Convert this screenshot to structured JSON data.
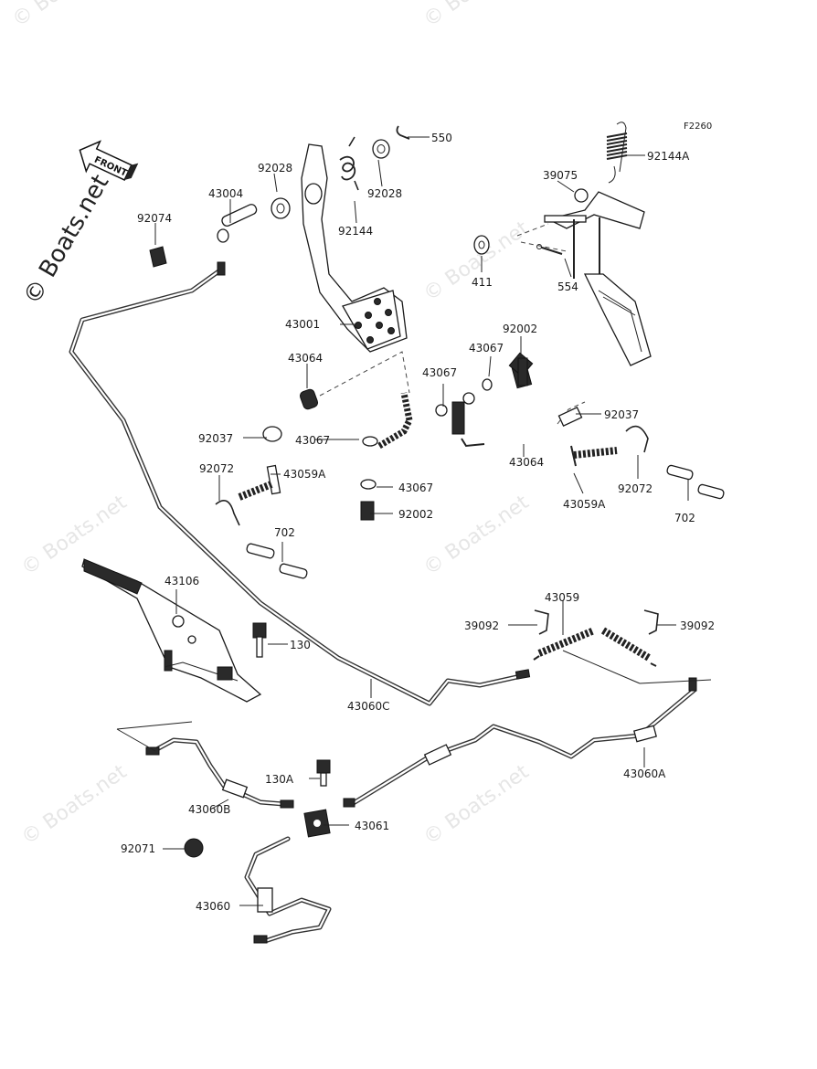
{
  "ref_code": "F2260",
  "front_label": "FRONT",
  "watermark": "© Boats.net",
  "parts": {
    "p550": "550",
    "p92144a": "92144A",
    "p92028_top": "92028",
    "p92028_right": "92028",
    "p43004": "43004",
    "p92074": "92074",
    "p92144": "92144",
    "p39075": "39075",
    "p411": "411",
    "p554": "554",
    "p43001": "43001",
    "p92002_top": "92002",
    "p43067_a": "43067",
    "p43064_left": "43064",
    "p43067_b": "43067",
    "p92037_left": "92037",
    "p43067_c": "43067",
    "p43059a_left": "43059A",
    "p92072_left": "92072",
    "p43067_d": "43067",
    "p92002_bottom": "92002",
    "p92037_right": "92037",
    "p43064_right": "43064",
    "p43059a_right": "43059A",
    "p92072_right": "92072",
    "p702_right": "702",
    "p702_left": "702",
    "p43106": "43106",
    "p43059": "43059",
    "p39092_left": "39092",
    "p39092_right": "39092",
    "p130": "130",
    "p43060c": "43060C",
    "p130a": "130A",
    "p43060a": "43060A",
    "p43060b": "43060B",
    "p43061": "43061",
    "p92071": "92071",
    "p43060": "43060"
  }
}
